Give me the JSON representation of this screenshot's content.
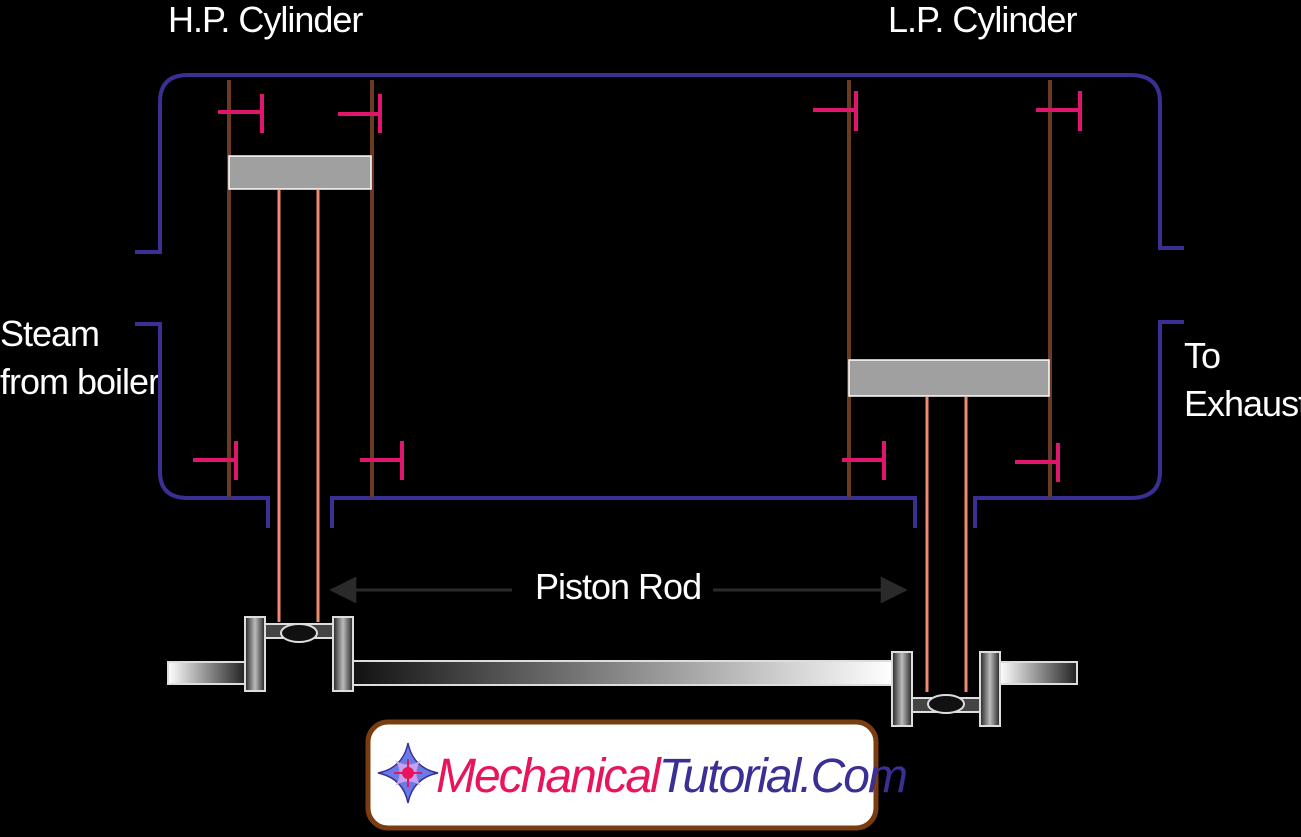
{
  "labels": {
    "hp_cylinder": "H.P. Cylinder",
    "lp_cylinder": "L.P. Cylinder",
    "steam_line1": "Steam",
    "steam_line2": "from boiler",
    "exhaust_line1": "To",
    "exhaust_line2": "Exhaust",
    "piston_rod": "Piston Rod"
  },
  "watermark": {
    "part1": "Mechanical",
    "part2": "Tutorial.Com"
  },
  "colors": {
    "background": "#000000",
    "casing": "#3a3094",
    "cylinder_wall": "#6b3a23",
    "port": "#e0156e",
    "piston": "#a0a0a0",
    "rod": "#f08a6e",
    "text": "#ffffff",
    "watermark_red": "#e8155a",
    "watermark_blue": "#3a3094",
    "watermark_border": "#7a3d12"
  }
}
